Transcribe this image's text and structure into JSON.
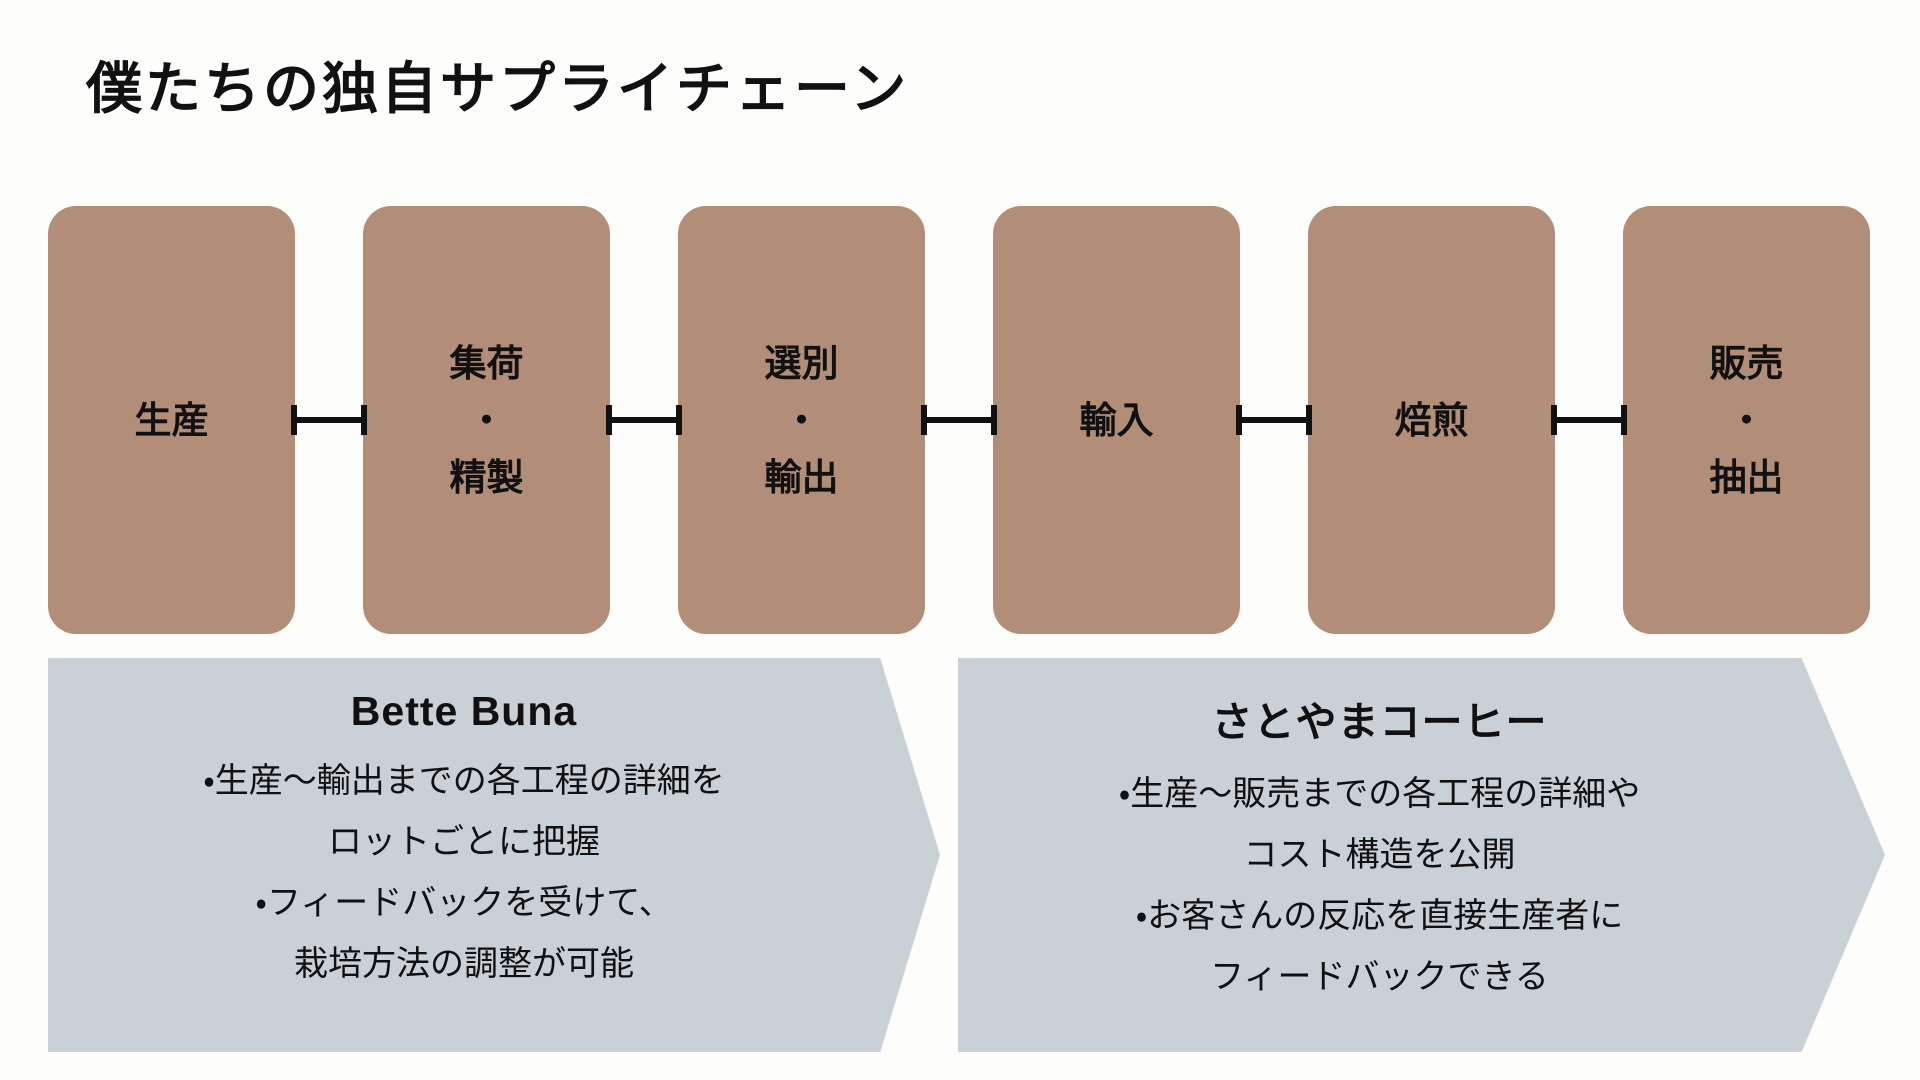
{
  "title": "僕たちの独自サプライチェーン",
  "flow": {
    "steps": [
      {
        "name": "production",
        "lines": [
          "生産"
        ]
      },
      {
        "name": "collection-refining",
        "lines": [
          "集荷",
          "・",
          "精製"
        ]
      },
      {
        "name": "sorting-export",
        "lines": [
          "選別",
          "・",
          "輸出"
        ]
      },
      {
        "name": "import",
        "lines": [
          "輸入"
        ]
      },
      {
        "name": "roasting",
        "lines": [
          "焙煎"
        ]
      },
      {
        "name": "sales-brewing",
        "lines": [
          "販売",
          "・",
          "抽出"
        ]
      }
    ]
  },
  "panels": [
    {
      "heading": "Bette Buna",
      "lines": [
        "・生産〜輸出までの各工程の詳細を",
        "ロットごとに把握",
        "・フィードバックを受けて、",
        "栽培方法の調整が可能"
      ]
    },
    {
      "heading": "さとやまコーヒー",
      "lines": [
        "・生産〜販売までの各工程の詳細や",
        "コスト構造を公開",
        "・お客さんの反応を直接生産者に",
        "フィードバックできる"
      ]
    }
  ],
  "colors": {
    "step_box": "#B28D78",
    "panel": "#C9D1D7",
    "text": "#111111",
    "connector": "#111111",
    "background": "#FDFDFB"
  }
}
